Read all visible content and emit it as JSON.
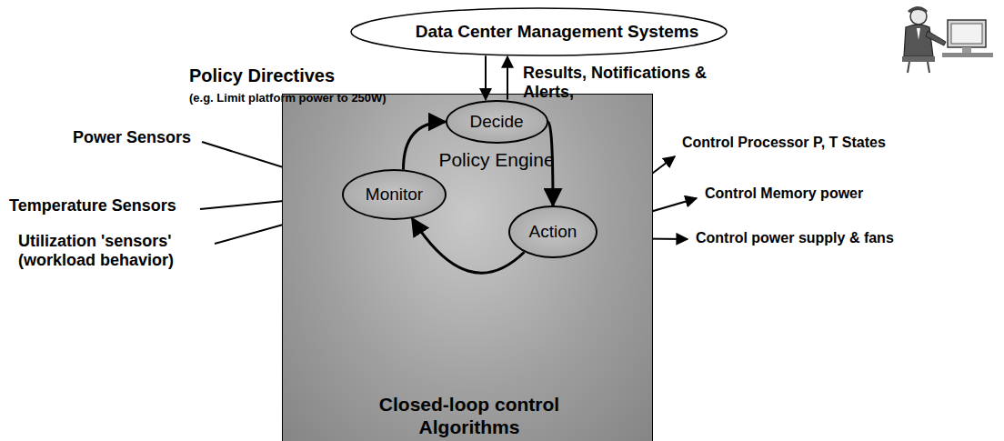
{
  "diagram": {
    "nodes": [
      {
        "text": [
          "Data Center Management Systems"
        ]
      },
      {
        "text": [
          "Closed-loop control Algorithms"
        ]
      },
      {
        "text": [
          "Decide",
          "Policy Engine"
        ],
        "in": 1
      },
      {
        "text": [
          "Monitor"
        ],
        "in": 1
      },
      {
        "text": [
          "Action"
        ],
        "in": 1
      }
    ],
    "edges": [
      {
        "from": 0,
        "to": 2,
        "arrow": "to",
        "label": "Policy Directives"
      },
      {
        "from": 2,
        "to": 0,
        "arrow": "to",
        "label": "Results, Notifications & Alerts,"
      },
      {
        "from": 3,
        "to": 2,
        "arrow": "to"
      },
      {
        "from": 2,
        "to": 4,
        "arrow": "to"
      },
      {
        "from": 4,
        "to": 3,
        "arrow": "to"
      }
    ],
    "labels": [
      "(e.g. Limit platform power to 250W)",
      "Power Sensors",
      "Temperature Sensors",
      "Utilization 'sensors' (workload behavior)",
      "Control Processor P, T States",
      "Control Memory power",
      "Control power supply & fans"
    ]
  }
}
